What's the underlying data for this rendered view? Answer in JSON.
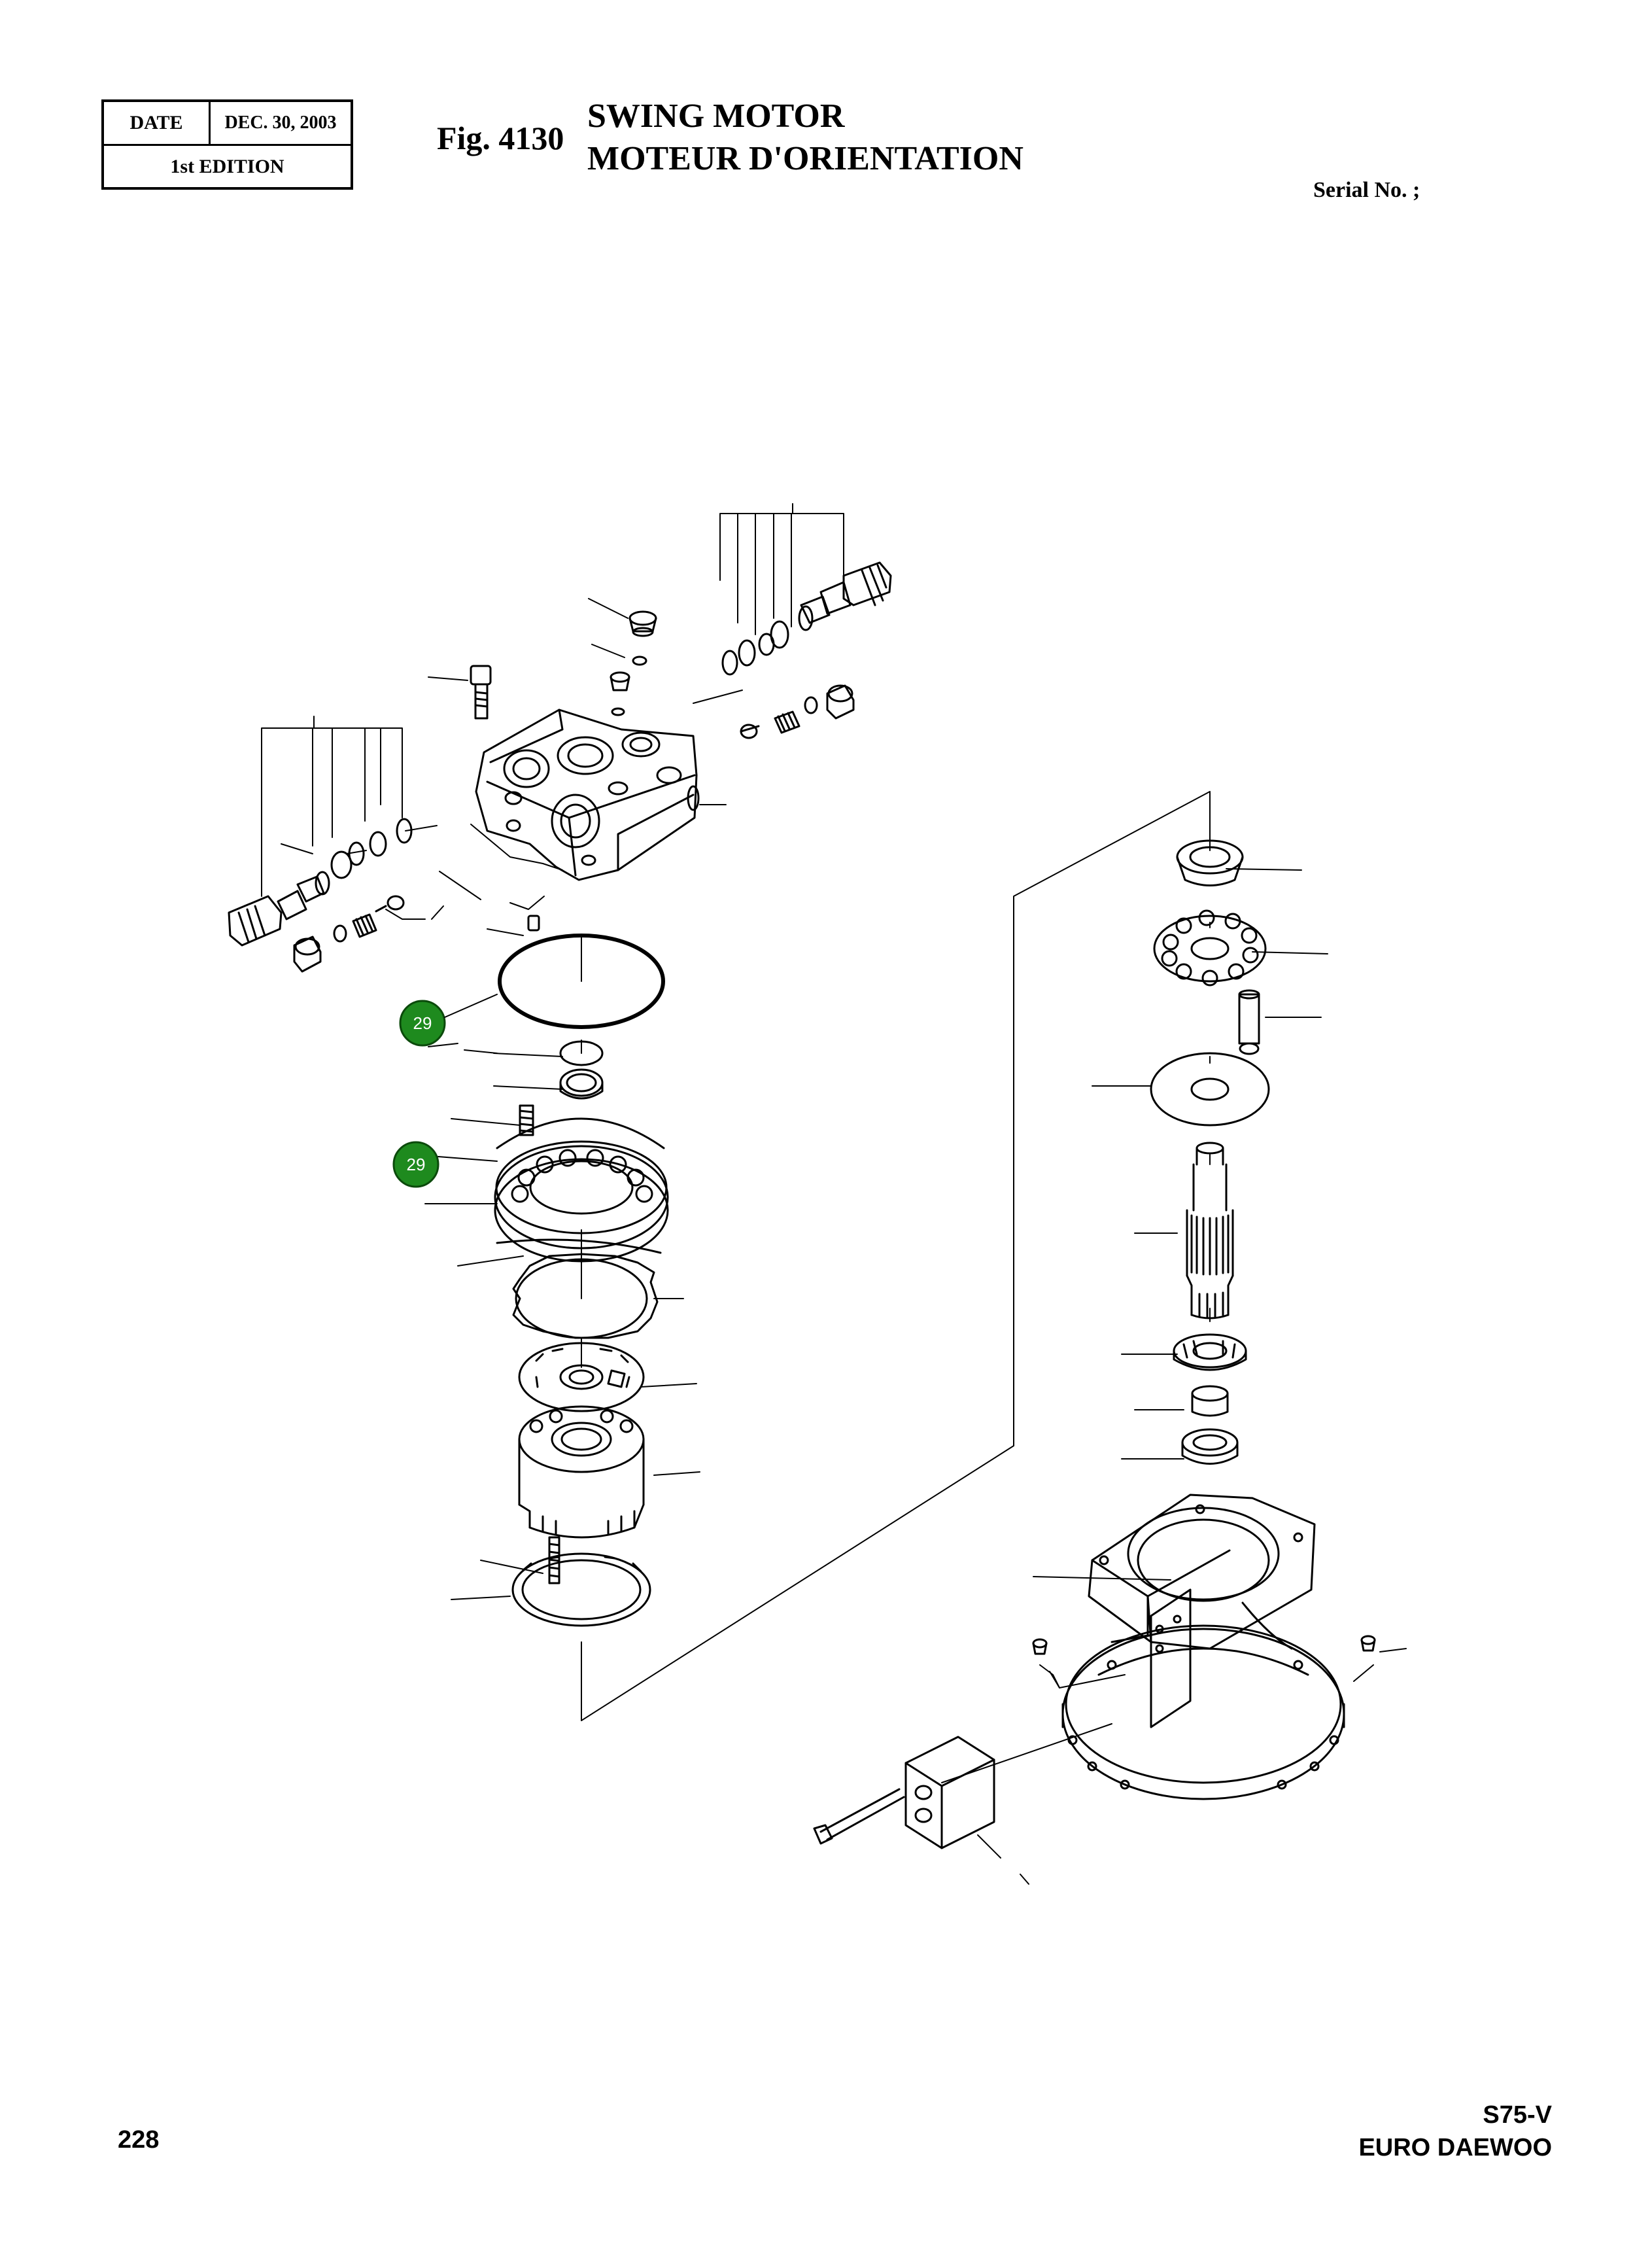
{
  "header": {
    "date_label": "DATE",
    "date_value": "DEC. 30, 2003",
    "edition": "1st EDITION",
    "fig_number": "Fig. 4130",
    "title_en": "SWING MOTOR",
    "title_fr": "MOTEUR D'ORIENTATION",
    "serial": "Serial No. ;"
  },
  "callouts": [
    {
      "number": "29",
      "color": "#1e8a1e"
    },
    {
      "number": "29",
      "color": "#1e8a1e"
    }
  ],
  "footer": {
    "page_number": "228",
    "model": "S75-V",
    "brand": "EURO DAEWOO"
  }
}
